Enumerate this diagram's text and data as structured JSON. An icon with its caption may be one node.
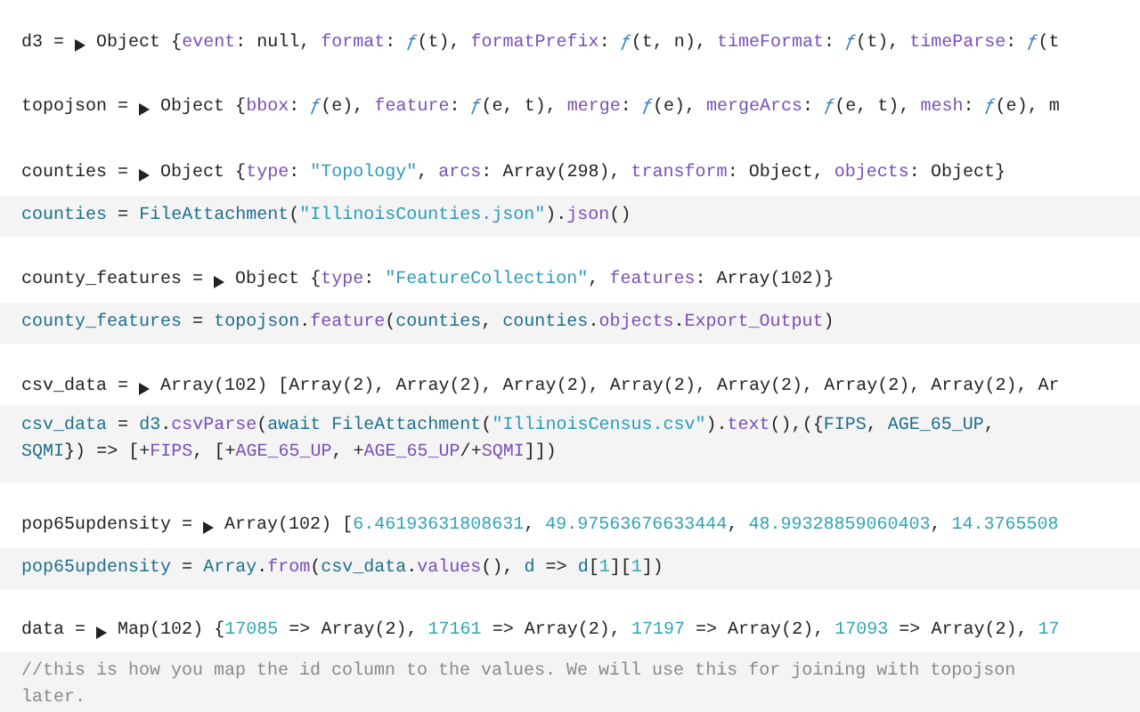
{
  "diagram": {
    "labels": [
      "d3 =",
      "Object {event: null, format: ƒ(t), formatPrefix: ƒ(t, n), timeFormat: ƒ(t), timeParse: ƒ(t",
      "topojson =",
      "Object {bbox: ƒ(e), feature: ƒ(e, t), merge: ƒ(e), mergeArcs: ƒ(e, t), mesh: ƒ(e), m",
      "counties =",
      "Object {type: \"Topology\", arcs: Array(298), transform: Object, objects: Object}",
      "counties = FileAttachment(\"IllinoisCounties.json\").json()",
      "county_features =",
      "Object {type: \"FeatureCollection\", features: Array(102)}",
      "county_features = topojson.feature(counties, counties.objects.Export_Output)",
      "csv_data =",
      "Array(102) [Array(2), Array(2), Array(2), Array(2), Array(2), Array(2), Array(2), Ar",
      "csv_data = d3.csvParse(await FileAttachment(\"IllinoisCensus.csv\").text(),({FIPS, AGE_65_UP, SQMI}) => [+FIPS, [+AGE_65_UP, +AGE_65_UP/+SQMI]])",
      "pop65updensity =",
      "Array(102) [6.46193631808631, 49.97563676633444, 48.99328859060403, 14.3765508",
      "pop65updensity = Array.from(csv_data.values(), d => d[1][1])",
      "data =",
      "Map(102) {17085 => Array(2), 17161 => Array(2), 17197 => Array(2), 17093 => Array(2), 17",
      "//this is how you map the id column to the values. We will use this for joining with topojson later."
    ]
  }
}
